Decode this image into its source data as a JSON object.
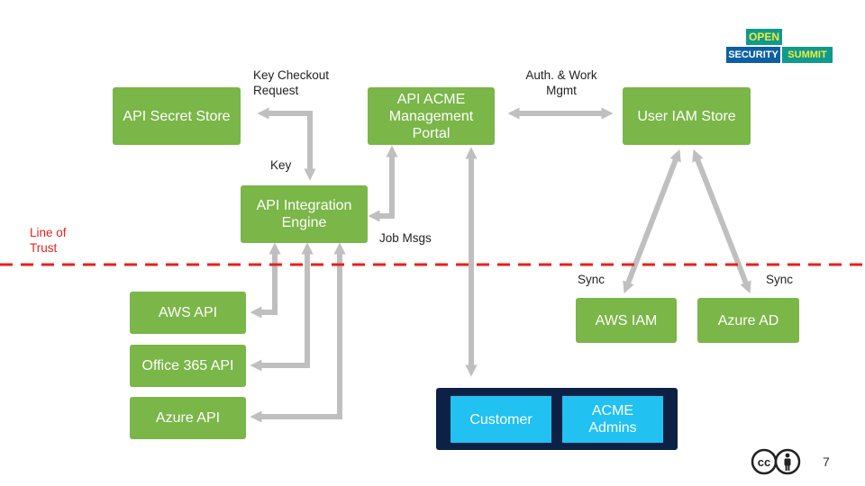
{
  "boxes": {
    "secret_store": "API Secret Store",
    "acme_portal": "API ACME Management Portal",
    "user_iam": "User IAM Store",
    "integration_engine": "API Integration Engine",
    "aws_api": "AWS API",
    "office365_api": "Office 365 API",
    "azure_api": "Azure API",
    "aws_iam": "AWS IAM",
    "azure_ad": "Azure AD"
  },
  "customer_group": {
    "customer": "Customer",
    "acme_admins": "ACME Admins"
  },
  "labels": {
    "key_checkout": "Key Checkout Request",
    "key": "Key",
    "auth_work": "Auth. & Work Mgmt",
    "job_msgs": "Job Msgs",
    "sync_left": "Sync",
    "sync_right": "Sync",
    "line_of_trust": "Line of Trust"
  },
  "logo": {
    "top": "OPEN",
    "left": "SECURITY",
    "right": "SUMMIT"
  },
  "license_icon": "cc-by-icon",
  "page_number": "7",
  "colors": {
    "box_green": "#7ab648",
    "arrow_gray": "#bfbfbf",
    "trust_red": "#e8201d",
    "customer_bg": "#0c2144",
    "customer_box": "#21c1f1"
  }
}
